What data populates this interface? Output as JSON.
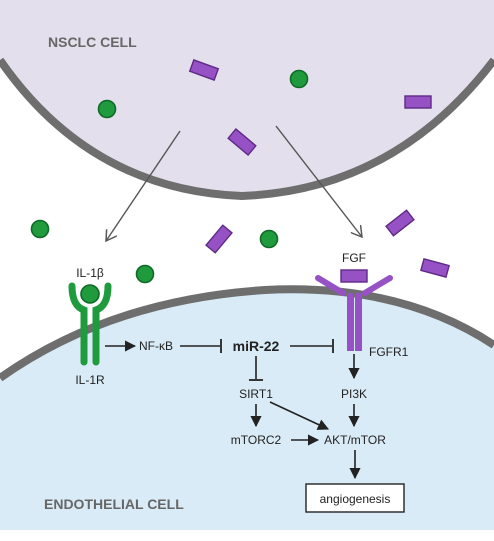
{
  "colors": {
    "nsclc_cell_fill": "#e4dfec",
    "endothelial_cell_fill": "#d9ebf6",
    "membrane": "#6e6e6e",
    "il1_green": "#1f9a3d",
    "il1_green_dark": "#0f6b27",
    "fgf_purple": "#9652c4",
    "fgf_purple_dark": "#5e2a86",
    "arrow": "#222222"
  },
  "cells": {
    "nsclc": "NSCLC CELL",
    "endothelial": "ENDOTHELIAL  CELL"
  },
  "ligands": {
    "il1b": "IL-1β",
    "fgf": "FGF"
  },
  "receptors": {
    "il1r": "IL-1R",
    "fgfr1": "FGFR1"
  },
  "nodes": {
    "nfkb": "NF-κB",
    "mir22": "miR-22",
    "sirt1": "SIRT1",
    "pi3k": "PI3K",
    "mtorc2": "mTORC2",
    "akt_mtor": "AKT/mTOR",
    "angiogenesis": "angiogenesis"
  },
  "icons": {
    "il1b_molecule": "green-circle",
    "fgf_molecule": "purple-rectangle"
  }
}
